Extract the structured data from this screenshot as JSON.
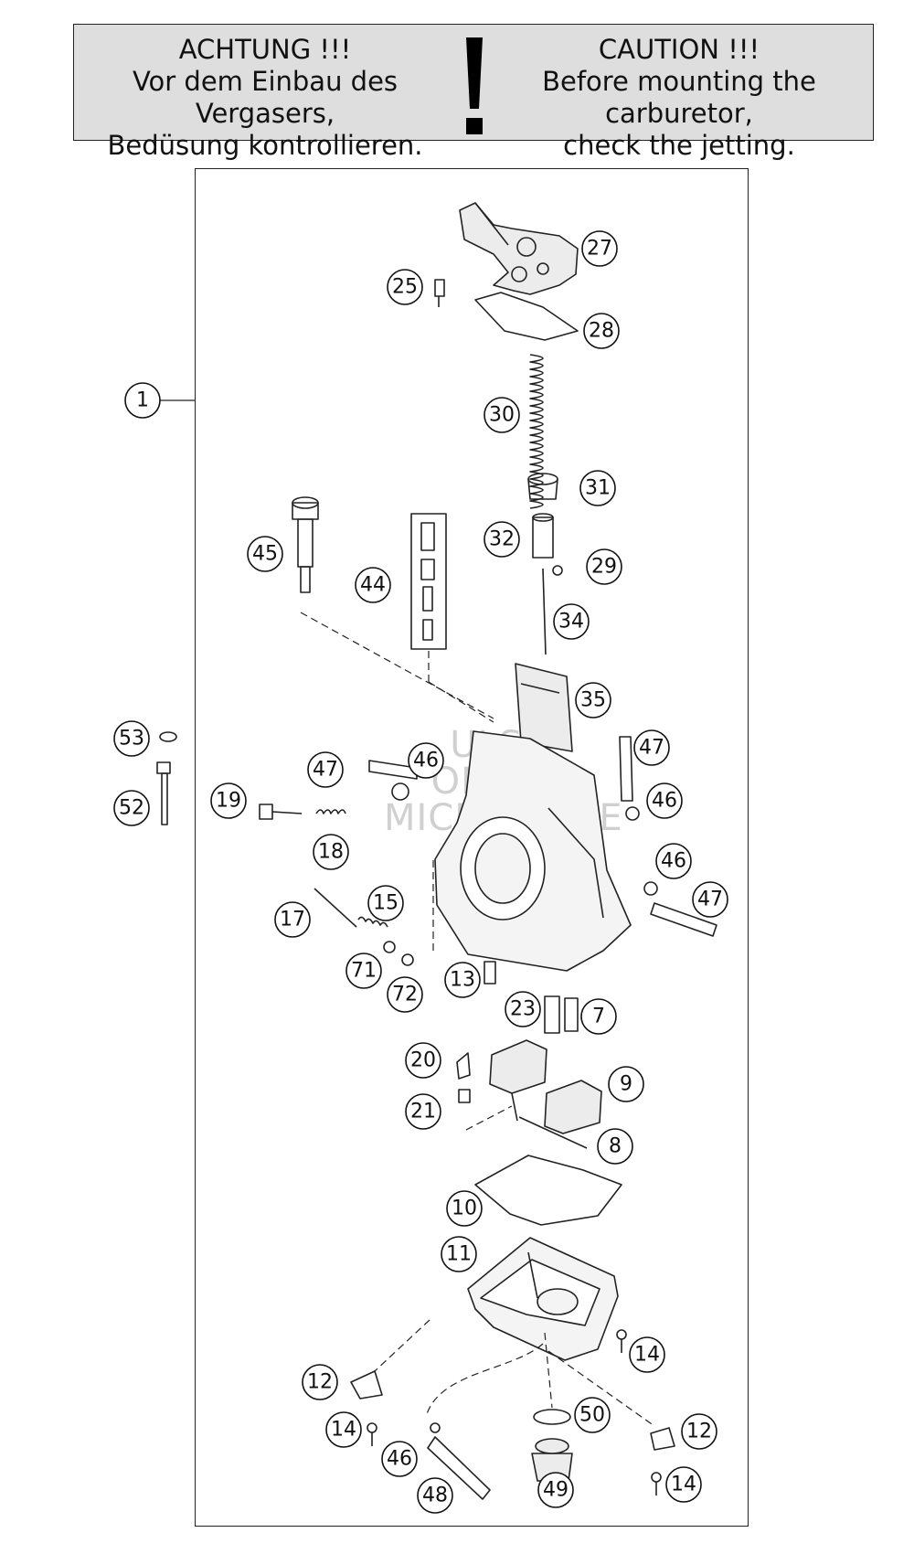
{
  "notice": {
    "de": [
      "ACHTUNG !!!",
      "Vor dem Einbau des Vergasers,",
      "Bedüsung kontrollieren."
    ],
    "en": [
      "CAUTION !!!",
      "Before mounting the carburetor,",
      "check the jetting."
    ]
  },
  "watermark": [
    "ULSM",
    "ONLINE",
    "MICROFICHE"
  ],
  "callouts": {
    "c1": "1",
    "c25": "25",
    "c27": "27",
    "c28": "28",
    "c30": "30",
    "c31": "31",
    "c32": "32",
    "c29": "29",
    "c34": "34",
    "c45": "45",
    "c44": "44",
    "c35": "35",
    "c53": "53",
    "c52": "52",
    "c47a": "47",
    "c46a": "46",
    "c47b": "47",
    "c46b": "46",
    "c19": "19",
    "c18": "18",
    "c46c": "46",
    "c47c": "47",
    "c17": "17",
    "c15": "15",
    "c71": "71",
    "c72": "72",
    "c13": "13",
    "c23": "23",
    "c7": "7",
    "c20": "20",
    "c9": "9",
    "c21": "21",
    "c8": "8",
    "c10": "10",
    "c11": "11",
    "c14a": "14",
    "c12a": "12",
    "c14b": "14",
    "c50": "50",
    "c12b": "12",
    "c46d": "46",
    "c49": "49",
    "c14c": "14",
    "c48": "48"
  }
}
